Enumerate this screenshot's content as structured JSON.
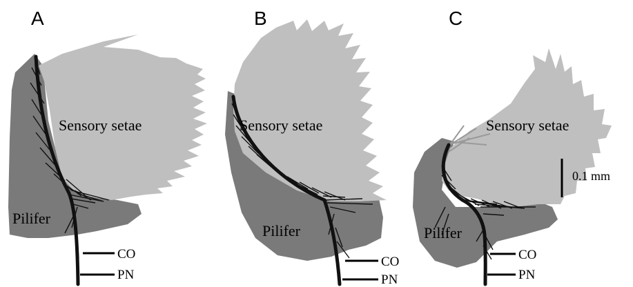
{
  "panels": [
    {
      "letter": "A",
      "setae_label": "Sensory setae",
      "pilifer_label": "Pilifer",
      "co_label": "CO",
      "pn_label": "PN"
    },
    {
      "letter": "B",
      "setae_label": "Sensory setae",
      "pilifer_label": "Pilifer",
      "co_label": "CO",
      "pn_label": "PN"
    },
    {
      "letter": "C",
      "setae_label": "Sensory setae",
      "pilifer_label": "Pilifer",
      "co_label": "CO",
      "pn_label": "PN"
    }
  ],
  "scale_bar": {
    "label": "0.1 mm"
  },
  "colors": {
    "pilifer": "#7a7a7a",
    "setae": "#bfbfbf",
    "nerve": "#111111",
    "background": "#ffffff"
  }
}
